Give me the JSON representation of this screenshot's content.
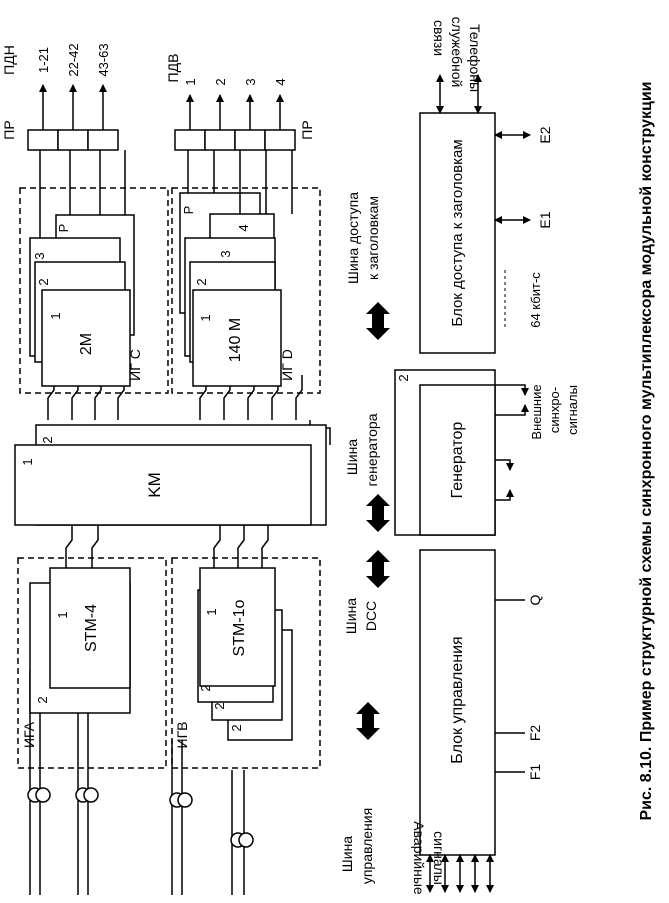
{
  "caption": "Рис. 8.10. Пример структурной схемы синхронного мультиплексора модульной конструкции",
  "blocks": {
    "km": "KM",
    "km_in": "1",
    "km_out": "2",
    "stm4": "STM-4",
    "stm4_num": "1",
    "stm4_back": "2",
    "stm1": "STM-1o",
    "stm1_num": "1",
    "stm1_b2": "2",
    "stm1_b3": "2",
    "stm1_b4": "2",
    "m2": "2M",
    "m2_num": "1",
    "m2_b2": "2",
    "m2_b3": "3",
    "m2_bp": "P",
    "m140": "140 M",
    "m140_num": "1",
    "m140_b2": "2",
    "m140_b3": "3",
    "m140_b4": "4",
    "m140_bp": "P",
    "mgmt": "Блок управления",
    "gen": "Генератор",
    "gen_num": "2",
    "hdr": "Блок доступа к заголовкам",
    "kbps": "64 кбит-с"
  },
  "groups": {
    "iga": "ИГА",
    "igb": "ИГВ",
    "igc": "ИГ С",
    "igd": "ИГ D"
  },
  "ports": {
    "pr_top": "ПР",
    "pdn": "ПДН",
    "pdn_1": "1-21",
    "pdn_2": "22-42",
    "pdn_3": "43-63",
    "pr_bottom": "ПР",
    "pdv": "ПДВ",
    "pdv_1": "1",
    "pdv_2": "2",
    "pdv_3": "3",
    "pdv_4": "4"
  },
  "buses": {
    "mgmt_bus_1": "Шина",
    "mgmt_bus_2": "управления",
    "dcc_1": "Шина",
    "dcc_2": "DCC",
    "gen_bus_1": "Шина",
    "gen_bus_2": "генератора",
    "hdr_bus_1": "Шина доступа",
    "hdr_bus_2": "к заголовкам"
  },
  "signals": {
    "alarm_1": "Аварийные",
    "alarm_2": "сигналы",
    "f1": "F1",
    "f2": "F2",
    "q": "Q",
    "ext_1": "Внешние",
    "ext_2": "синхро-",
    "ext_3": "сигналы",
    "e1": "E1",
    "e2": "E2",
    "phones_1": "Телефоны",
    "phones_2": "служебной",
    "phones_3": "связи"
  }
}
